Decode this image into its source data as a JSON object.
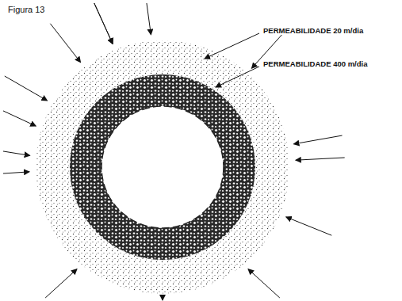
{
  "diagram": {
    "labels": [
      "Figura 13",
      "PERMEABILIDADE 20 m/dia",
      "PERMEABILIDADE 400 m/dia"
    ]
  }
}
